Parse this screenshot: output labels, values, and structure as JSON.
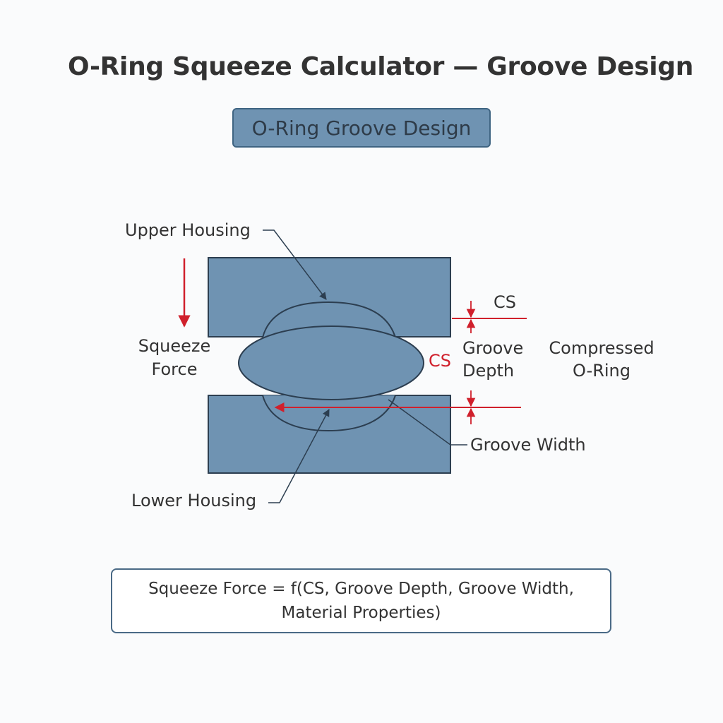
{
  "header": {
    "title": "O-Ring Squeeze Calculator — Groove Design"
  },
  "section": {
    "label": "O-Ring Groove Design"
  },
  "diagram": {
    "labels": {
      "upper_housing": "Upper Housing",
      "lower_housing": "Lower Housing",
      "squeeze_line1": "Squeeze",
      "squeeze_line2": "Force",
      "cs_top": "CS",
      "cs_red": "CS",
      "groove_line1": "Groove",
      "groove_line2": "Depth",
      "compressed_line1": "Compressed",
      "compressed_line2": "O-Ring",
      "groove_width": "Groove Width"
    },
    "colors": {
      "housing_fill": "#6f93b2",
      "outline": "#2c3e50",
      "accent_red": "#d0202c",
      "text": "#333333"
    }
  },
  "formula": {
    "line1": "Squeeze Force = f(CS, Groove Depth, Groove Width,",
    "line2": "Material Properties)"
  }
}
